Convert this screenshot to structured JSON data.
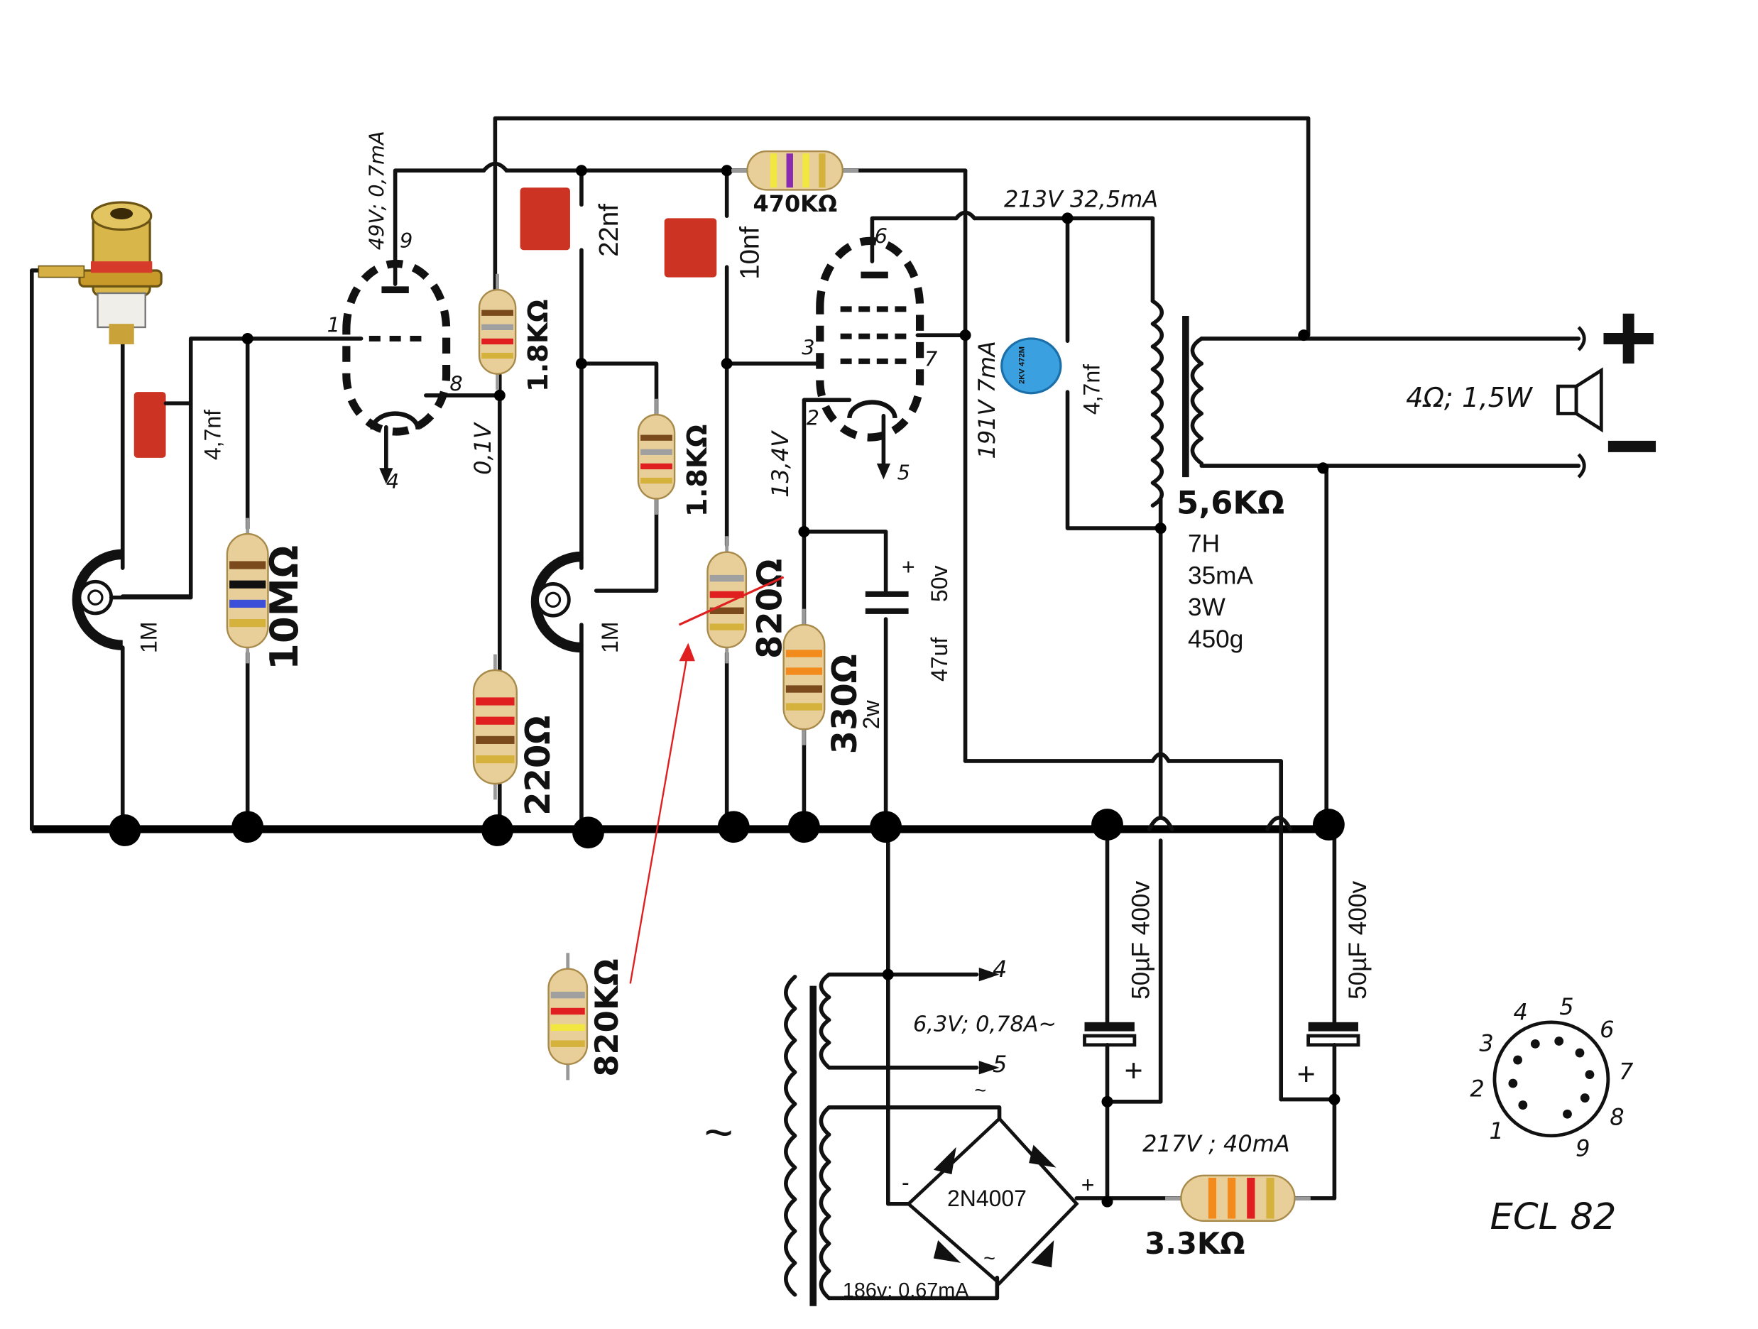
{
  "colors": {
    "wire": "#111111",
    "annotation": "#e02020",
    "cap_film": "#cc3322",
    "cap_ceramic": "#3aa0e0",
    "resistor_body": "#e8cf9a"
  },
  "resistors": {
    "r470k": {
      "label": "470KΩ",
      "bands": [
        "#f2e640",
        "#8a2cb0",
        "#f2e640",
        "#d4b23c"
      ]
    },
    "r10m": {
      "label": "10MΩ",
      "bands": [
        "#7a4a1c",
        "#111111",
        "#3b4fd8",
        "#d4b23c"
      ]
    },
    "r1k8a": {
      "label": "1.8KΩ",
      "bands": [
        "#7a4a1c",
        "#a0a0a0",
        "#e02020",
        "#d4b23c"
      ]
    },
    "r1k8b": {
      "label": "1.8KΩ",
      "bands": [
        "#7a4a1c",
        "#a0a0a0",
        "#e02020",
        "#d4b23c"
      ]
    },
    "r220": {
      "label": "220Ω",
      "bands": [
        "#e02020",
        "#e02020",
        "#7a4a1c",
        "#d4b23c"
      ]
    },
    "r820": {
      "label": "820Ω",
      "bands": [
        "#a0a0a0",
        "#e02020",
        "#7a4a1c",
        "#d4b23c"
      ]
    },
    "r330": {
      "label": "330Ω",
      "bands": [
        "#f28a1c",
        "#f28a1c",
        "#7a4a1c",
        "#d4b23c"
      ]
    },
    "r820k": {
      "label": "820KΩ",
      "bands": [
        "#a0a0a0",
        "#e02020",
        "#f2e640",
        "#d4b23c"
      ]
    },
    "r3k3": {
      "label": "3.3KΩ",
      "bands": [
        "#f28a1c",
        "#f28a1c",
        "#e02020",
        "#d4b23c"
      ]
    }
  },
  "labels": {
    "cap_4n7_input": "4,7nf",
    "pot1": "1M",
    "pot2": "1M",
    "cap_22n": "22nf",
    "cap_10n": "10nf",
    "triode_va": "49V; 0,7mA",
    "pin9": "9",
    "pin1": "1",
    "pin8": "8",
    "pin4a": "4",
    "cathode_v": "0,1V",
    "pin6": "6",
    "pin3": "3",
    "pin7": "7",
    "pin2": "2",
    "pin5a": "5",
    "supply": "213V 32,5mA",
    "anode_v": "191V 7mA",
    "cathode2_v": "13,4V",
    "cap_4n7_ceramic": "4,7nf",
    "ceramic_text": "2KV 472M",
    "elec_47u": "47uf",
    "elec_50v": "50v",
    "plus": "+",
    "r330_power": "2w",
    "transformer_z": "5,6KΩ",
    "transformer_specs": [
      "7H",
      "35mA",
      "3W",
      "450g"
    ],
    "speaker": "4Ω; 1,5W",
    "filter1": "50µF 400v",
    "filter2": "50µF 400v",
    "heater_pin4": "4",
    "heater_pin5": "5",
    "heater": "6,3V; 0,78A~",
    "ac_tilde": "~",
    "bridge": "2N4007",
    "bridge_minus": "-",
    "bridge_plus": "+",
    "hv": "186v; 0,67mA",
    "dc": "217V ; 40mA",
    "tube_name": "ECL 82",
    "socket_pins": [
      "1",
      "2",
      "3",
      "4",
      "5",
      "6",
      "7",
      "8",
      "9"
    ]
  }
}
